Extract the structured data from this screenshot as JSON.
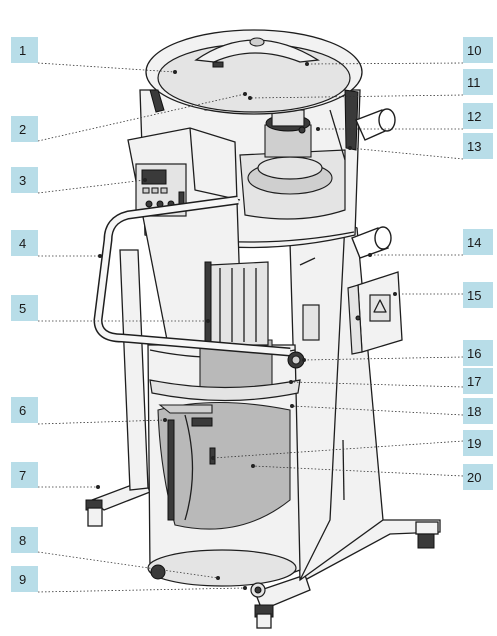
{
  "callouts": {
    "left": [
      "1",
      "2",
      "3",
      "4",
      "5",
      "6",
      "7",
      "8",
      "9"
    ],
    "right": [
      "10",
      "11",
      "12",
      "13",
      "14",
      "15",
      "16",
      "17",
      "18",
      "19",
      "20"
    ]
  },
  "colors": {
    "callout_fill": "#b8dde8",
    "line_art": "#1e1e1e",
    "filter_bag": "#b9b9b9"
  }
}
